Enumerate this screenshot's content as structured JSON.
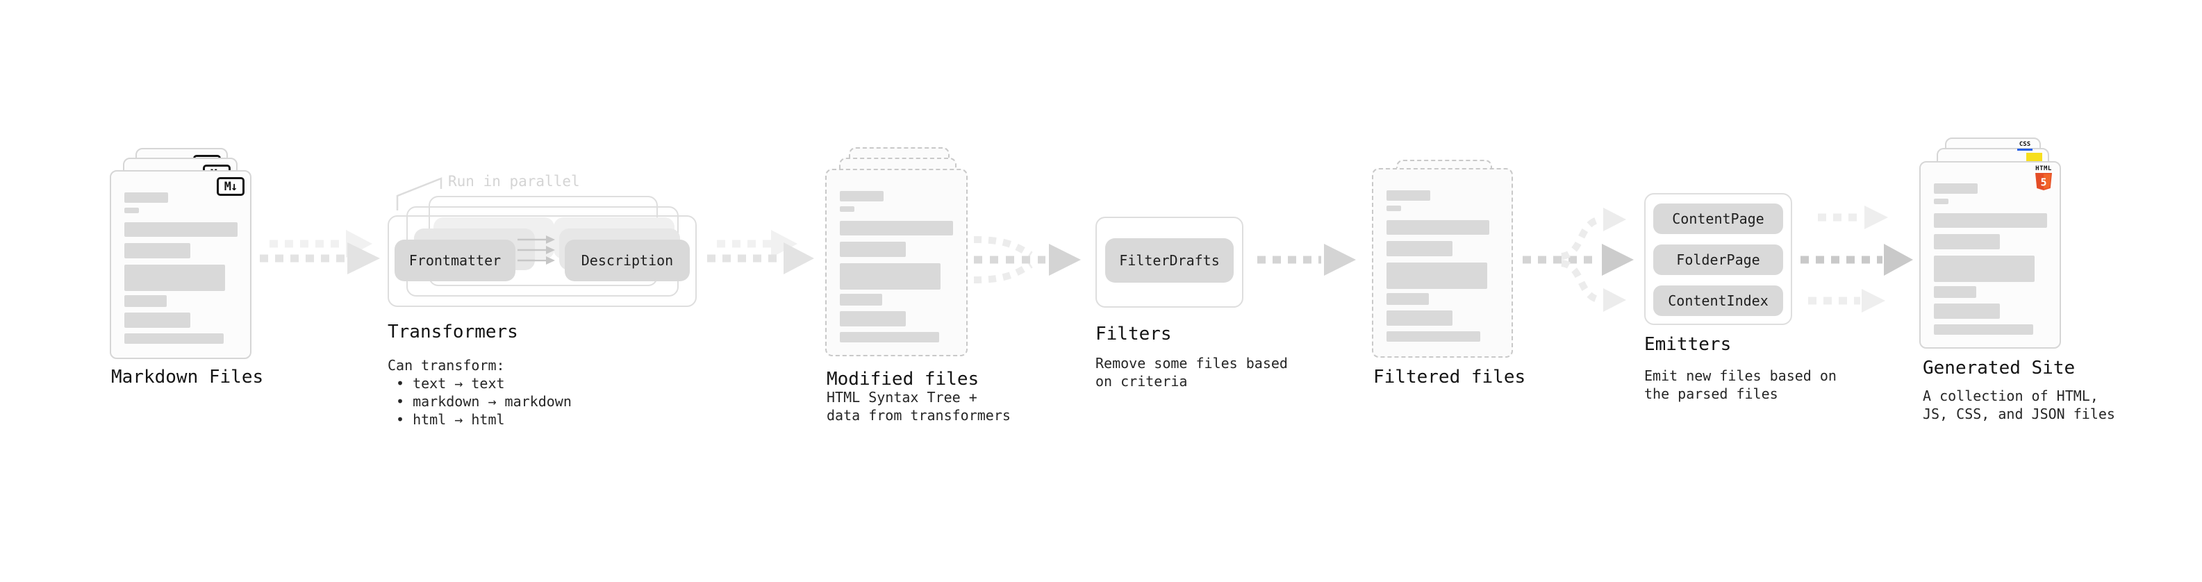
{
  "stages": {
    "markdown_files": {
      "label": "Markdown Files",
      "icon": "M↓"
    },
    "transformers": {
      "title": "Transformers",
      "note": "Run in parallel",
      "pill_frontmatter": "Frontmatter",
      "pill_description": "Description",
      "desc_heading": "Can transform:",
      "bullets": [
        "• text → text",
        "• markdown → markdown",
        "• html → html"
      ]
    },
    "modified_files": {
      "label": "Modified files",
      "desc": [
        "HTML Syntax Tree +",
        "data from transformers"
      ]
    },
    "filters": {
      "title": "Filters",
      "pill": "FilterDrafts",
      "desc": [
        "Remove some files based",
        "on criteria"
      ]
    },
    "filtered_files": {
      "label": "Filtered files"
    },
    "emitters": {
      "title": "Emitters",
      "pills": [
        "ContentPage",
        "FolderPage",
        "ContentIndex"
      ],
      "desc": [
        "Emit new files based on",
        "the parsed files"
      ]
    },
    "generated_site": {
      "label": "Generated Site",
      "desc": [
        "A collection of HTML,",
        "JS, CSS, and JSON files"
      ],
      "badges": {
        "css": "CSS",
        "html5_label": "HTML",
        "html5_number": "5"
      }
    }
  },
  "colors": {
    "pill_gray": "#d9d9d9",
    "bar_gray": "#d9d9d9",
    "card_border": "#d6d6d6",
    "dashed_border": "#c9c9c9",
    "arrow_dark": "#c9c9c9",
    "arrow_mid": "#d4d4d4",
    "arrow_light": "#ececec",
    "arrow_ghost": "#f1f1f1",
    "note_gray": "#d4d4d4",
    "html5_orange": "#e44d26",
    "html5_orange_light": "#f16529",
    "js_yellow": "#f7df1e",
    "css_blue": "#2760e6"
  }
}
